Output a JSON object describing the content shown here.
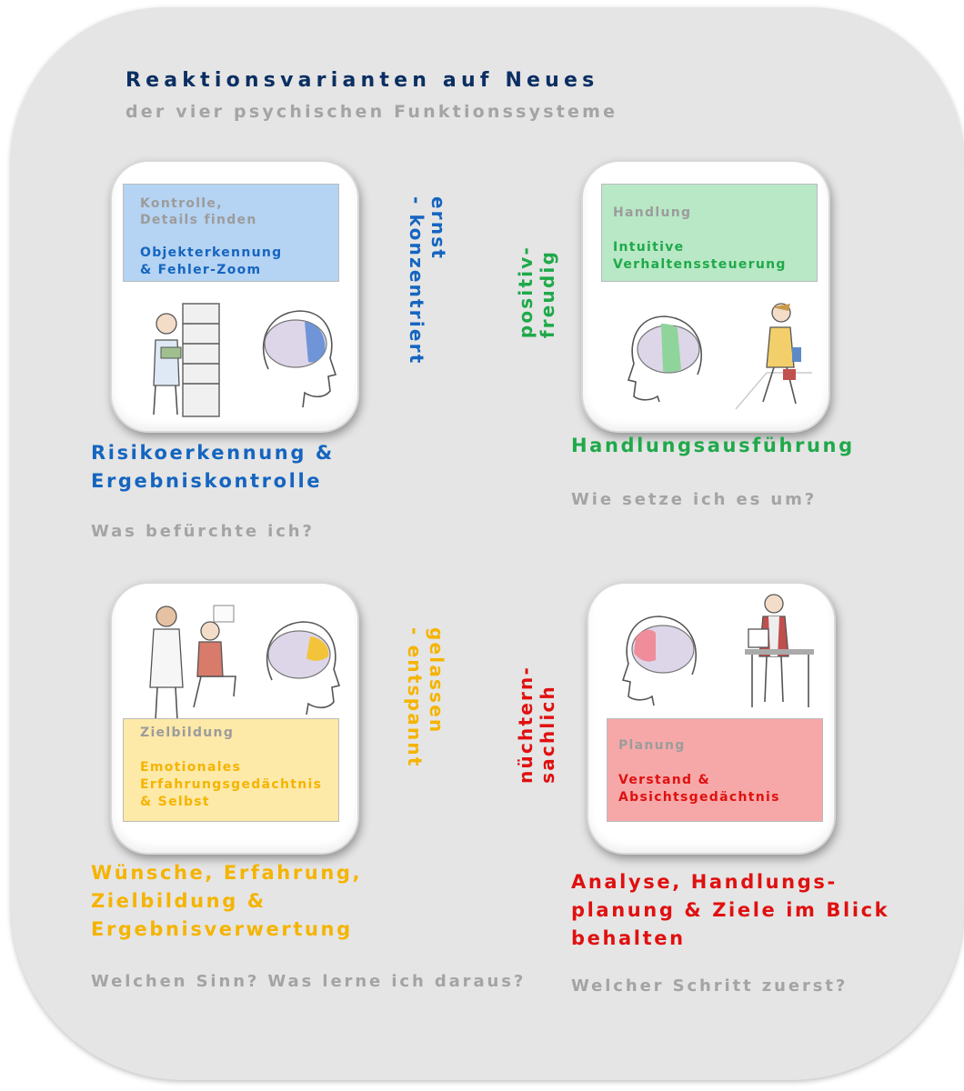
{
  "title": "Reaktionsvarianten auf Neues",
  "subtitle": "der vier psychischen Funktionssysteme",
  "colors": {
    "title": "#0b2f63",
    "grey_text": "#a4a4a4",
    "blue": "#1565c0",
    "green": "#1fa94a",
    "yellow": "#f5b400",
    "red": "#e01010",
    "box_blue": "#b5d3f2",
    "box_green": "#b8e8c6",
    "box_yellow": "#fde9a8",
    "box_red": "#f6a8a8"
  },
  "quadrants": {
    "kontrolle": {
      "box_label": "Kontrolle,\nDetails finden",
      "box_text": "Objekterkennung\n& Fehler-Zoom",
      "side_text": "ernst\n- konzentriert",
      "heading": "Risikoerkennung &\nErgebniskontrolle",
      "question": "Was befürchte ich?",
      "highlight": "blue"
    },
    "handlung": {
      "box_label": "Handlung",
      "box_text": "Intuitive\nVerhaltenssteuerung",
      "side_text": "positiv-\nfreudig",
      "heading": "Handlungsausführung",
      "question": "Wie setze ich es um?",
      "highlight": "green"
    },
    "zielbildung": {
      "box_label": "Zielbildung",
      "box_text": "Emotionales\nErfahrungsgedächtnis\n& Selbst",
      "side_text": "gelassen\n- entspannt",
      "heading": "Wünsche, Erfahrung,\nZielbildung &\nErgebnisverwertung",
      "question": "Welchen Sinn?\nWas lerne ich daraus?",
      "highlight": "yellow"
    },
    "planung": {
      "box_label": "Planung",
      "box_text": "Verstand &\nAbsichtsgedächtnis",
      "side_text": "nüchtern-\nsachlich",
      "heading": "Analyse, Handlungs-\nplanung & Ziele im Blick\nbehalten",
      "question": "Welcher Schritt zuerst?",
      "highlight": "red"
    }
  }
}
